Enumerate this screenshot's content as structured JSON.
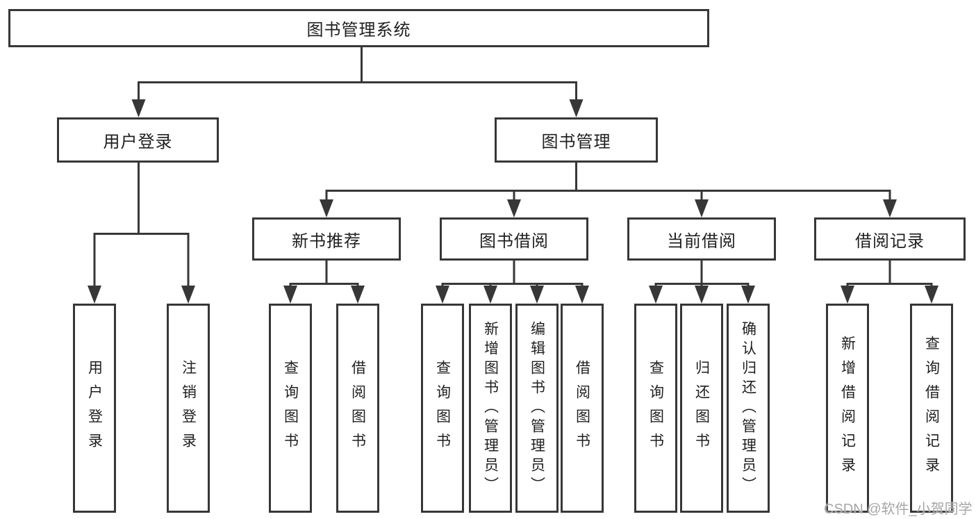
{
  "diagram": {
    "title": "图书管理系统",
    "colors": {
      "background": "#ffffff",
      "line": "#373737",
      "box_border": "#373737",
      "text": "#1f1f1f",
      "watermark": "#a6a6a6"
    },
    "nodes": {
      "root": "图书管理系统",
      "user_login": "用户登录",
      "book_mgmt": "图书管理",
      "new_book_rec": "新书推荐",
      "book_borrow": "图书借阅",
      "current_borrow": "当前借阅",
      "borrow_records": "借阅记录",
      "ul_user_login": "用户登录",
      "ul_logout": "注销登录",
      "nb_query_book": "查询图书",
      "nb_borrow_book": "借阅图书",
      "bb_query_book": "查询图书",
      "bb_add_book": "新增图书（管理员）",
      "bb_edit_book": "编辑图书（管理员）",
      "bb_borrow_book": "借阅图书",
      "cb_query_book": "查询图书",
      "cb_return_book": "归还图书",
      "cb_confirm_return": "确认归还（管理员）",
      "br_add_record": "新增借阅记录",
      "br_query_record": "查询借阅记录"
    },
    "edges": [
      [
        "root",
        "user_login"
      ],
      [
        "root",
        "book_mgmt"
      ],
      [
        "user_login",
        "ul_user_login"
      ],
      [
        "user_login",
        "ul_logout"
      ],
      [
        "book_mgmt",
        "new_book_rec"
      ],
      [
        "book_mgmt",
        "book_borrow"
      ],
      [
        "book_mgmt",
        "current_borrow"
      ],
      [
        "book_mgmt",
        "borrow_records"
      ],
      [
        "new_book_rec",
        "nb_query_book"
      ],
      [
        "new_book_rec",
        "nb_borrow_book"
      ],
      [
        "book_borrow",
        "bb_query_book"
      ],
      [
        "book_borrow",
        "bb_add_book"
      ],
      [
        "book_borrow",
        "bb_edit_book"
      ],
      [
        "book_borrow",
        "bb_borrow_book"
      ],
      [
        "current_borrow",
        "cb_query_book"
      ],
      [
        "current_borrow",
        "cb_return_book"
      ],
      [
        "current_borrow",
        "cb_confirm_return"
      ],
      [
        "borrow_records",
        "br_add_record"
      ],
      [
        "borrow_records",
        "br_query_record"
      ]
    ]
  },
  "watermark": {
    "text": "CSDN @软件_小贺同学"
  }
}
